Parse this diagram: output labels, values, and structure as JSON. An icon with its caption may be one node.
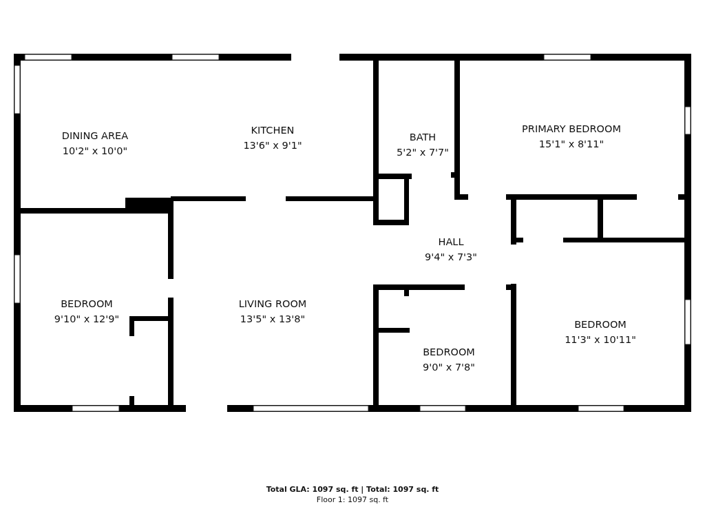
{
  "diagram": {
    "nodes": [
      {
        "text": [
          "DINING AREA",
          "10'2\" x 10'0\""
        ]
      },
      {
        "text": [
          "KITCHEN",
          "13'6\" x 9'1\""
        ]
      },
      {
        "text": [
          "BATH",
          "5'2\" x 7'7\""
        ]
      },
      {
        "text": [
          "PRIMARY BEDROOM",
          "15'1\" x 8'11\""
        ]
      },
      {
        "text": [
          "HALL",
          "9'4\" x 7'3\""
        ]
      },
      {
        "text": [
          "BEDROOM",
          "9'10\" x 12'9\""
        ]
      },
      {
        "text": [
          "LIVING ROOM",
          "13'5\" x 13'8\""
        ]
      },
      {
        "text": [
          "BEDROOM",
          "11'3\" x 10'11\""
        ]
      },
      {
        "text": [
          "BEDROOM",
          "9'0\" x 7'8\""
        ]
      }
    ],
    "labels": [
      "Total GLA: 1097 sq. ft | Total: 1097 sq. ft",
      "Floor 1: 1097 sq. ft"
    ]
  }
}
